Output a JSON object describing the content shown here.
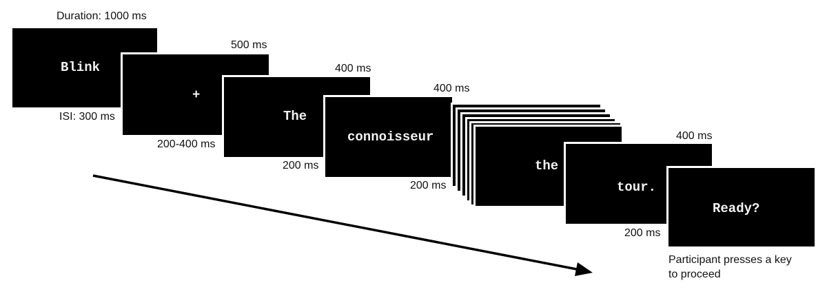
{
  "screens": {
    "blink": {
      "word": "Blink",
      "duration": "Duration: 1000 ms",
      "isi": "ISI: 300 ms"
    },
    "fixation": {
      "word": "+",
      "duration": "500 ms",
      "isi": "200-400 ms"
    },
    "word1": {
      "word": "The",
      "duration": "400 ms",
      "isi": "200 ms"
    },
    "word2": {
      "word": "connoisseur",
      "duration": "400 ms",
      "isi": "200 ms"
    },
    "word_n": {
      "word": "the"
    },
    "word_last": {
      "word": "tour.",
      "duration": "400 ms",
      "isi": "200 ms"
    },
    "ready": {
      "word": "Ready?",
      "caption_line1": "Participant presses a key",
      "caption_line2": "to proceed"
    }
  },
  "colors": {
    "screen": "#000000",
    "stimulus_text": "#f2f2f2",
    "label_text": "#111111",
    "arrow": "#000000"
  }
}
